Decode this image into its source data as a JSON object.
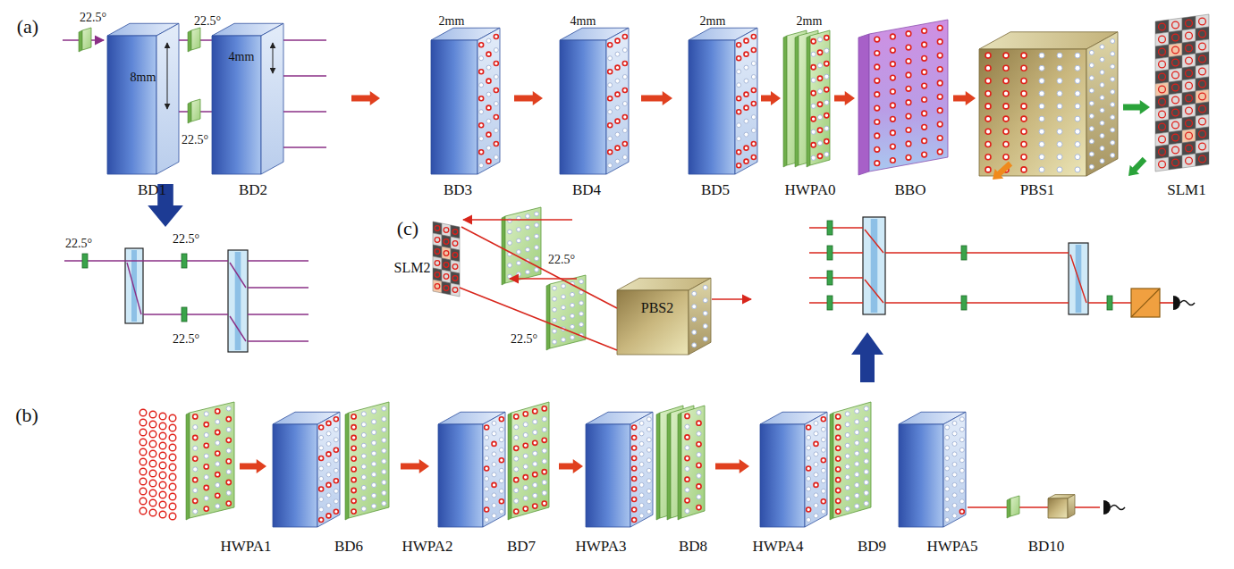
{
  "diagram": {
    "nodes": [
      {
        "text": [
          "(a)"
        ]
      },
      {
        "text": [
          "(c)"
        ]
      },
      {
        "text": [
          "(b)"
        ]
      }
    ],
    "labels": [
      "22.5°",
      "8mm",
      "22.5°",
      "4mm",
      "22.5°",
      "2mm",
      "4mm",
      "2mm",
      "2mm",
      "BD1",
      "BD2",
      "BD3",
      "BD4",
      "BD5",
      "HWPA0",
      "BBO",
      "PBS1",
      "SLM1",
      "22.5°",
      "22.5°",
      "22.5°",
      "SLM2",
      "22.5°",
      "PBS2",
      "22.5°",
      "HWPA1",
      "BD6",
      "HWPA2",
      "BD7",
      "HWPA3",
      "BD8",
      "HWPA4",
      "BD9",
      "HWPA5",
      "BD10"
    ]
  }
}
